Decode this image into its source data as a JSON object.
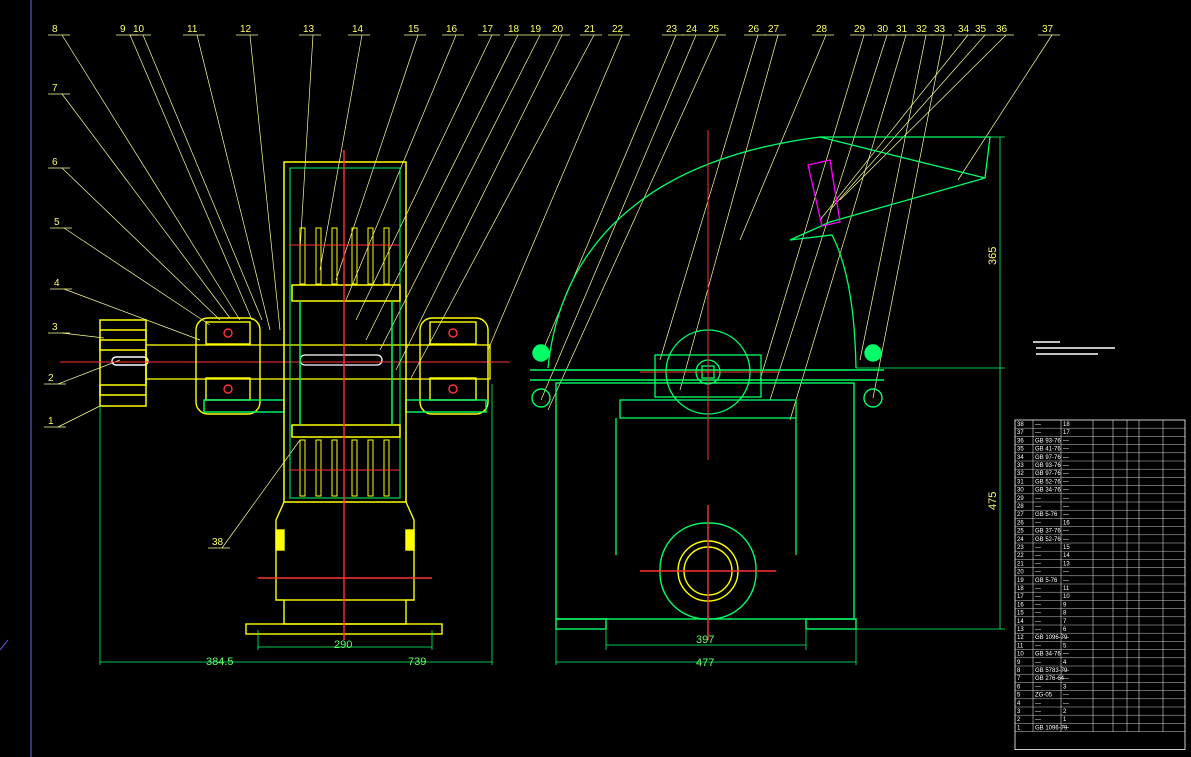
{
  "drawing": {
    "part_labels": [
      "1",
      "2",
      "3",
      "4",
      "5",
      "6",
      "7",
      "8",
      "9",
      "10",
      "11",
      "12",
      "13",
      "14",
      "15",
      "16",
      "17",
      "18",
      "19",
      "20",
      "21",
      "22",
      "23",
      "24",
      "25",
      "26",
      "27",
      "28",
      "29",
      "30",
      "31",
      "32",
      "33",
      "34",
      "35",
      "36",
      "37",
      "38"
    ],
    "dimensions": {
      "overall_left": "384.5",
      "overall_right": "739",
      "inner_width": "290",
      "base_inner": "397",
      "base_outer": "477",
      "height_top": "365",
      "height_bottom": "475"
    },
    "colors": {
      "background": "#000000",
      "outline": "#ffff00",
      "structure": "#00ff66",
      "centerline": "#ff3333",
      "leader": "#ffff99",
      "hidden": "#ff00ff",
      "detail": "#3399ff"
    }
  },
  "parts_table": {
    "rows": [
      [
        "38",
        "—",
        "18"
      ],
      [
        "37",
        "—",
        "17"
      ],
      [
        "36",
        "GB 93-76",
        "—"
      ],
      [
        "35",
        "GB 41-76",
        "—"
      ],
      [
        "34",
        "GB 97-76",
        "—"
      ],
      [
        "33",
        "GB 93-76",
        "—"
      ],
      [
        "32",
        "GB 97-76",
        "—"
      ],
      [
        "31",
        "GB 52-76",
        "—"
      ],
      [
        "30",
        "GB 34-76",
        "—"
      ],
      [
        "29",
        "—",
        "—"
      ],
      [
        "28",
        "—",
        "—"
      ],
      [
        "27",
        "GB 5-76",
        "—"
      ],
      [
        "26",
        "—",
        "16"
      ],
      [
        "25",
        "GB 37-76",
        "—"
      ],
      [
        "24",
        "GB 52-76",
        "—"
      ],
      [
        "23",
        "—",
        "15"
      ],
      [
        "22",
        "—",
        "14"
      ],
      [
        "21",
        "—",
        "13"
      ],
      [
        "20",
        "—",
        "—"
      ],
      [
        "19",
        "GB 5-76",
        "—"
      ],
      [
        "18",
        "—",
        "11"
      ],
      [
        "17",
        "—",
        "10"
      ],
      [
        "16",
        "—",
        "9"
      ],
      [
        "15",
        "—",
        "8"
      ],
      [
        "14",
        "—",
        "7"
      ],
      [
        "13",
        "—",
        "6"
      ],
      [
        "12",
        "GB 1096-79",
        "—"
      ],
      [
        "11",
        "—",
        "5"
      ],
      [
        "10",
        "GB 34-76",
        "—"
      ],
      [
        "9",
        "—",
        "4"
      ],
      [
        "8",
        "GB 5783-79",
        "—"
      ],
      [
        "7",
        "GB 276-64",
        "—"
      ],
      [
        "6",
        "—",
        "3"
      ],
      [
        "5",
        "ZG-05",
        "—"
      ],
      [
        "4",
        "—",
        "—"
      ],
      [
        "3",
        "—",
        "2"
      ],
      [
        "2",
        "—",
        "1"
      ],
      [
        "1",
        "GB 1096-79",
        "—"
      ]
    ]
  }
}
